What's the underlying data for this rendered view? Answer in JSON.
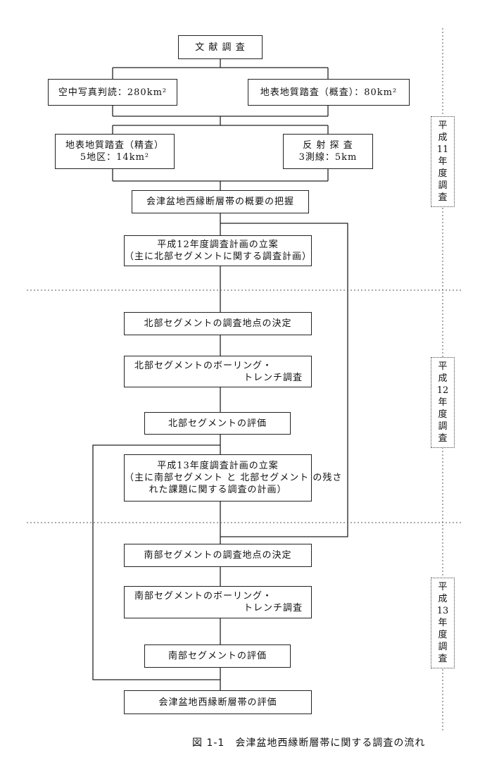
{
  "boxes": {
    "b1": "文 献 調 査",
    "b2a": "空中写真判読：280km²",
    "b2b": "地表地質踏査（概査）：80km²",
    "b3a": [
      "地表地質踏査（精査）",
      "5地区：14km²"
    ],
    "b3b": [
      "反 射 探 査",
      "3測線：5km"
    ],
    "b4": "会津盆地西縁断層帯の概要の把握",
    "b5": [
      "平成12年度調査計画の立案",
      "（主に北部セグメントに関する調査計画）"
    ],
    "b6": "北部セグメントの調査地点の決定",
    "b7": [
      "北部セグメントのボーリング・",
      "トレンチ調査"
    ],
    "b8": "北部セグメントの評価",
    "b9": [
      "平成13年度調査計画の立案",
      "（主に南部セグメント と 北部セグメント の残さ",
      "れた課題に関する調査の計画）"
    ],
    "b10": "南部セグメントの調査地点の決定",
    "b11": [
      "南部セグメントのボーリング・",
      "トレンチ調査"
    ],
    "b12": "南部セグメントの評価",
    "b13": "会津盆地西縁断層帯の評価"
  },
  "year_labels": {
    "y11": [
      "平",
      "成",
      "11",
      "年",
      "度",
      "調",
      "査"
    ],
    "y12": [
      "平",
      "成",
      "12",
      "年",
      "度",
      "調",
      "査"
    ],
    "y13": [
      "平",
      "成",
      "13",
      "年",
      "度",
      "調",
      "査"
    ]
  },
  "caption": "図 1-1　会津盆地西縁断層帯に関する調査の流れ"
}
